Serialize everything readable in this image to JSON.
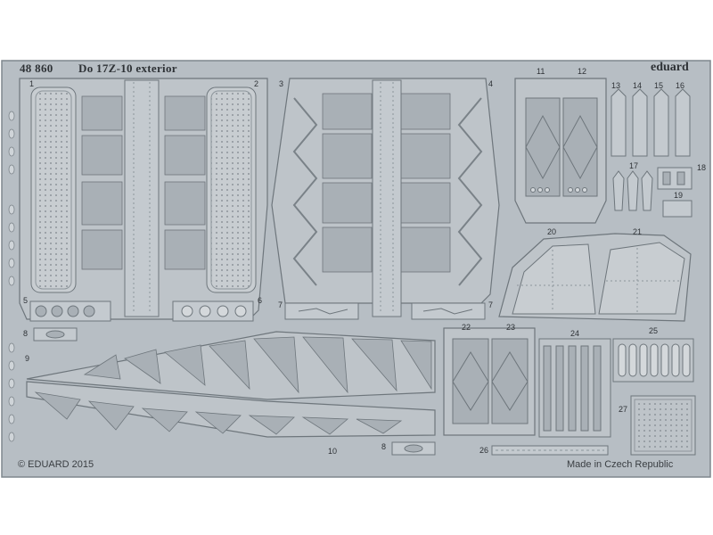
{
  "header": {
    "code": "48 860",
    "title": "Do 17Z-10 exterior",
    "brand": "eduard"
  },
  "footer": {
    "copyright": "© EDUARD 2015",
    "origin": "Made in Czech Republic"
  },
  "part_numbers": {
    "p1": "1",
    "p2": "2",
    "p3": "3",
    "p4": "4",
    "p5": "5",
    "p6": "6",
    "p7a": "7",
    "p7b": "7",
    "p8a": "8",
    "p8b": "8",
    "p9": "9",
    "p10": "10",
    "p11": "11",
    "p12": "12",
    "p13": "13",
    "p14": "14",
    "p15": "15",
    "p16": "16",
    "p17": "17",
    "p18": "18",
    "p19": "19",
    "p20": "20",
    "p21": "21",
    "p22": "22",
    "p23": "23",
    "p24": "24",
    "p25": "25",
    "p26": "26",
    "p27": "27"
  },
  "colors": {
    "background": "#ffffff",
    "fret": "#b7bec4",
    "fret_edge": "#7f878d",
    "part": "#c4cacf",
    "part_edge": "#6e767c",
    "recess": "#a9b0b6",
    "text": "#2e3236"
  }
}
